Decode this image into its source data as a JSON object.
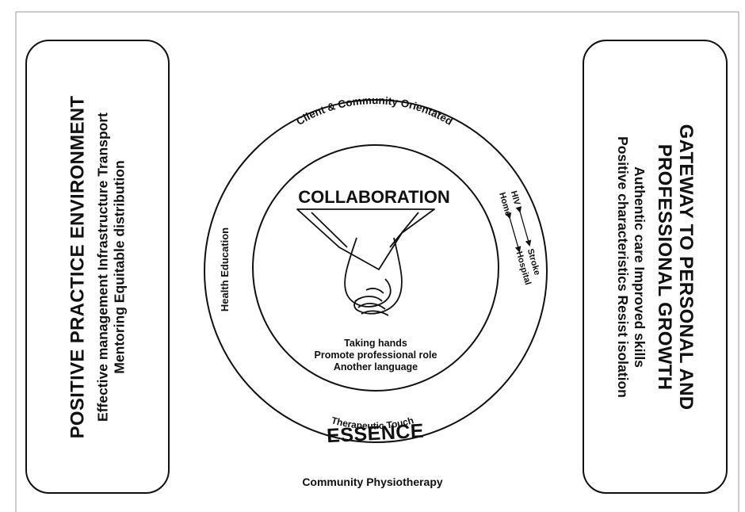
{
  "left_box": {
    "title": "POSITIVE PRACTICE ENVIRONMENT",
    "lines": [
      "Effective management Infrastructure Transport",
      "Mentoring Equitable distribution"
    ]
  },
  "right_box": {
    "title_lines": [
      "GATEWAY TO PERSONAL AND",
      "PROFESSIONAL GROWTH"
    ],
    "lines": [
      "Authentic care Improved skills",
      "Positive characteristics Resist isolation"
    ]
  },
  "outer_ring": {
    "top_label": "Client & Community Orientated",
    "left_label": "Health Education",
    "bottom_label": "Therapeutic Touch",
    "essence_label": "ESSENCE",
    "right_pairs": [
      {
        "from": "Home",
        "to": "Hospital"
      },
      {
        "from": "HIV",
        "to": "Stroke"
      }
    ]
  },
  "inner_circle": {
    "title": "COLLABORATION",
    "lines": [
      "Taking hands",
      "Promote professional role",
      "Another language"
    ],
    "icon": "holding-hands-icon"
  },
  "footer": "Community Physiotherapy"
}
